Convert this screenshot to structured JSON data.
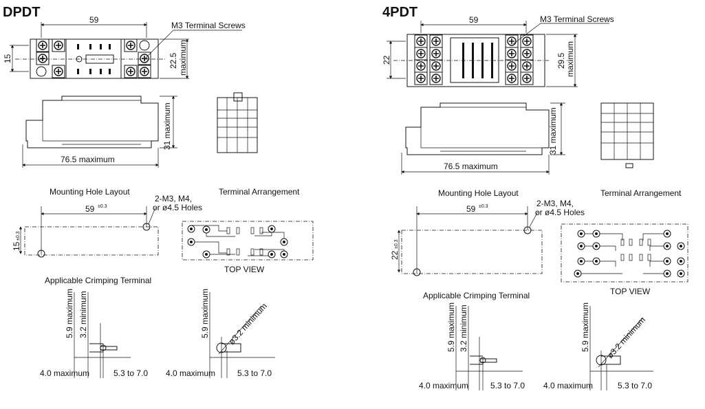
{
  "dpdt": {
    "title": "DPDT",
    "top": {
      "width": "59",
      "screws": "M3 Terminal Screws",
      "height": "15",
      "max_height": "22.5",
      "max_label": "maximum"
    },
    "side": {
      "height": "31 maximum",
      "length": "76.5 maximum"
    },
    "mounting": {
      "title": "Mounting Hole Layout",
      "width": "59",
      "width_tol": "±0.3",
      "height": "15",
      "height_tol": "±0.3",
      "holes_line1": "2-M3, M4,",
      "holes_line2": "or ø4.5 Holes"
    },
    "terminal": {
      "title": "Terminal Arrangement",
      "caption": "TOP VIEW"
    },
    "crimp": {
      "title": "Applicable Crimping Terminal",
      "h_max": "5.9 maximum",
      "h_min": "3.2 minimum",
      "w_max": "4.0 maximum",
      "len": "5.3 to 7.0",
      "dia": "ø3.2 minimum"
    }
  },
  "fourpdt": {
    "title": "4PDT",
    "top": {
      "width": "59",
      "screws": "M3 Terminal Screws",
      "height": "22",
      "max_height": "29.5",
      "max_label": "maximum"
    },
    "side": {
      "height": "31 maximum",
      "length": "76.5 maximum"
    },
    "mounting": {
      "title": "Mounting Hole Layout",
      "width": "59",
      "width_tol": "±0.3",
      "height": "22",
      "height_tol": "±0.3",
      "holes_line1": "2-M3, M4,",
      "holes_line2": "or ø4.5 Holes"
    },
    "terminal": {
      "title": "Terminal Arrangement",
      "caption": "TOP VIEW"
    },
    "crimp": {
      "title": "Applicable Crimping Terminal",
      "h_max": "5.9 maximum",
      "h_min": "3.2 minimum",
      "w_max": "4.0 maximum",
      "len": "5.3 to 7.0",
      "dia": "ø3.2 minimum"
    }
  }
}
